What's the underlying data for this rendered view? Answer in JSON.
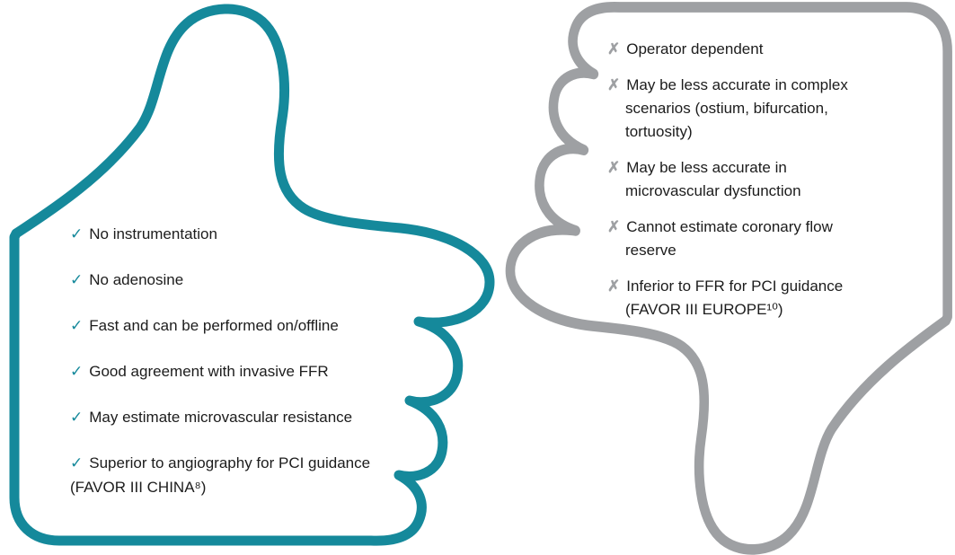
{
  "colors": {
    "teal": "#15899b",
    "gray": "#9ea0a3",
    "text": "#1c1c1c",
    "background": "#ffffff"
  },
  "pros": {
    "marker": "✓",
    "items": [
      "No instrumentation",
      "No adenosine",
      "Fast and can be performed on/offline",
      "Good agreement with invasive FFR",
      "May estimate microvascular resistance",
      "Superior to angiography for PCI guidance (FAVOR III CHINA⁸)"
    ]
  },
  "cons": {
    "marker": "✗",
    "items": [
      "Operator dependent",
      "May be less accurate in complex scenarios (ostium, bifurcation, tortuosity)",
      "May be less accurate in microvascular dysfunction",
      "Cannot estimate coronary flow reserve",
      "Inferior to FFR for PCI guidance (FAVOR III EUROPE¹⁰)"
    ]
  }
}
